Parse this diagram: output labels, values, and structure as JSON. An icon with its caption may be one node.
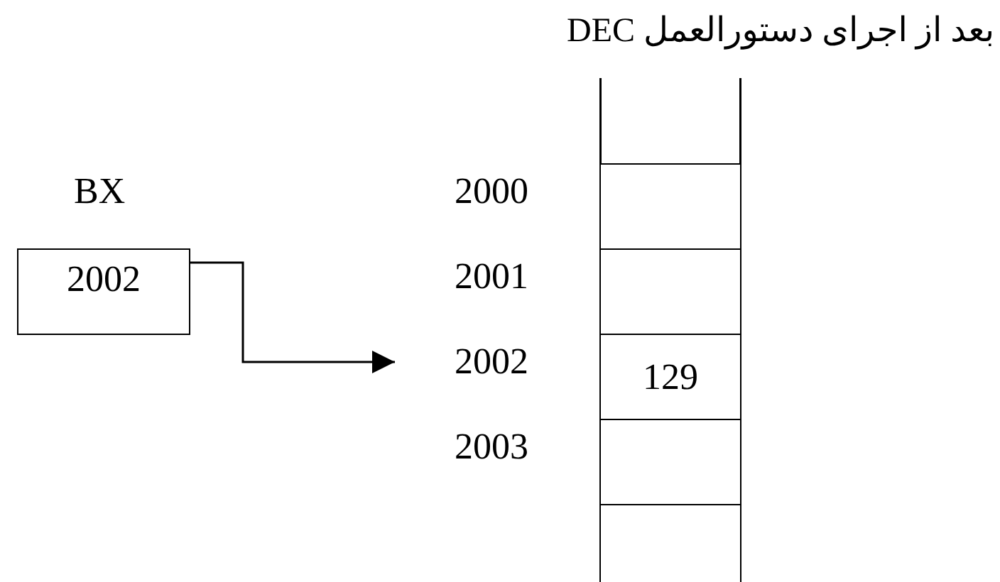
{
  "diagram": {
    "title": "بعد از اجرای دستورالعمل DEC",
    "nodes": [
      {
        "text": [
          "2002"
        ],
        "beside": [
          "BX"
        ]
      },
      {
        "text": [
          "2002"
        ]
      },
      {
        "text": [],
        "shape": "box"
      },
      {
        "text": [],
        "shape": "box"
      },
      {
        "text": [
          "129"
        ]
      },
      {
        "text": [],
        "shape": "box"
      },
      {
        "text": [],
        "shape": "box"
      }
    ],
    "edges": [
      {
        "from": 0,
        "to": 1,
        "arrow": "to"
      }
    ],
    "labels": [
      "2000",
      "2001",
      "2003"
    ]
  }
}
